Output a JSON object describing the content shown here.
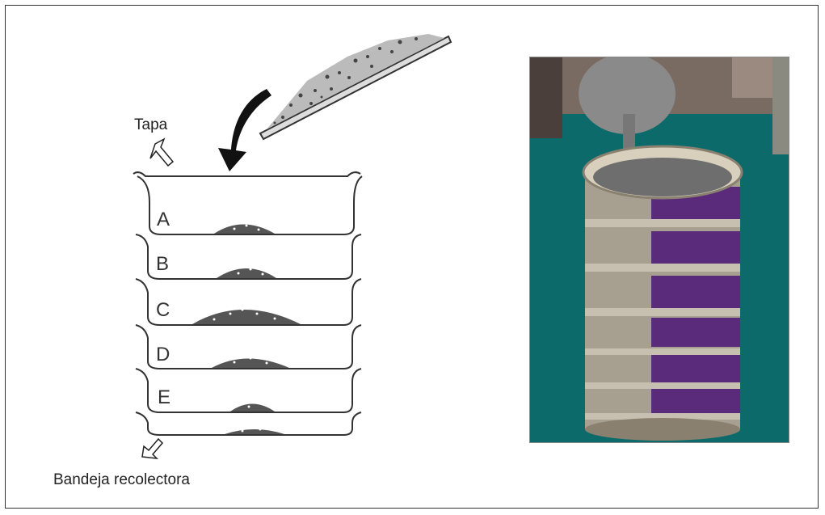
{
  "labels": {
    "lid": "Tapa",
    "tray": "Bandeja recolectora"
  },
  "sieves": [
    "A",
    "B",
    "C",
    "D",
    "E"
  ],
  "photo": {
    "alt": "Stack of sieves with material being poured"
  },
  "colors": {
    "cloth": "#0c6b6a",
    "sieve_rim": "#b7b09a",
    "sieve_band": "#5a2b7a"
  }
}
